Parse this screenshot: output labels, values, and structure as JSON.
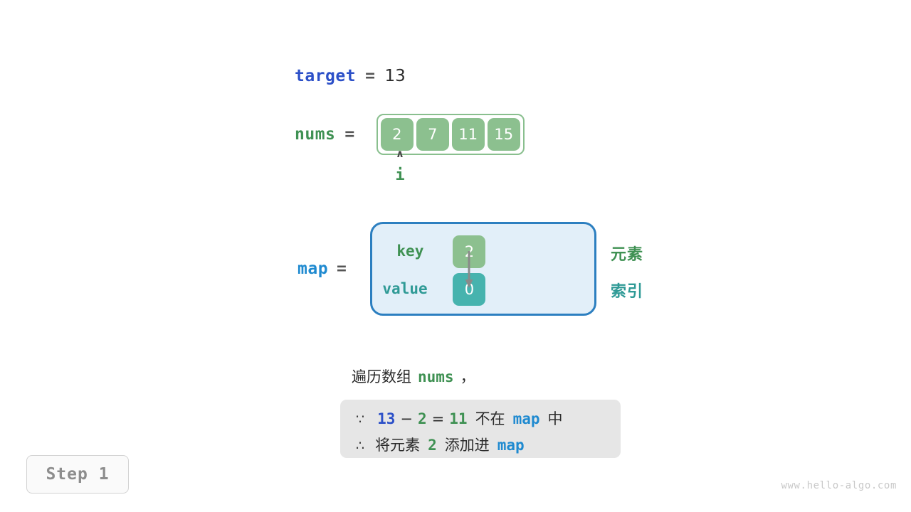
{
  "target": {
    "name": "target",
    "equals": "=",
    "value": "13"
  },
  "nums": {
    "name": "nums",
    "equals": "=",
    "cells": [
      "2",
      "7",
      "11",
      "15"
    ]
  },
  "pointer": {
    "caret": "∧",
    "label": "i"
  },
  "map": {
    "name": "map",
    "equals": "=",
    "key_label": "key",
    "value_label": "value",
    "key_cell": "2",
    "value_cell": "0",
    "arrow_icon": "down-arrow-icon",
    "side_labels": {
      "element": "元素",
      "index": "索引"
    }
  },
  "caption": {
    "prefix": "遍历数组",
    "mono": "nums",
    "suffix": "，"
  },
  "reasoning": {
    "line1": {
      "symbol": "∵",
      "a": "13",
      "minus": "−",
      "b": "2",
      "eq": "=",
      "c": "11",
      "text1": "不在",
      "map": "map",
      "text2": "中"
    },
    "line2": {
      "symbol": "∴",
      "text1": "将元素",
      "num": "2",
      "text2": "添加进",
      "map": "map"
    }
  },
  "step_badge": "Step 1",
  "watermark": "www.hello-algo.com",
  "colors": {
    "target_blue": "#2c50c8",
    "map_blue": "#1f8ad0",
    "green": "#3f9153",
    "teal": "#2f9a96",
    "cell_green": "#8cc08f",
    "cell_teal": "#46b3ae",
    "map_box_fill": "#e2eff9",
    "map_box_border": "#2c7fc0",
    "reason_box_bg": "#e6e6e6"
  }
}
